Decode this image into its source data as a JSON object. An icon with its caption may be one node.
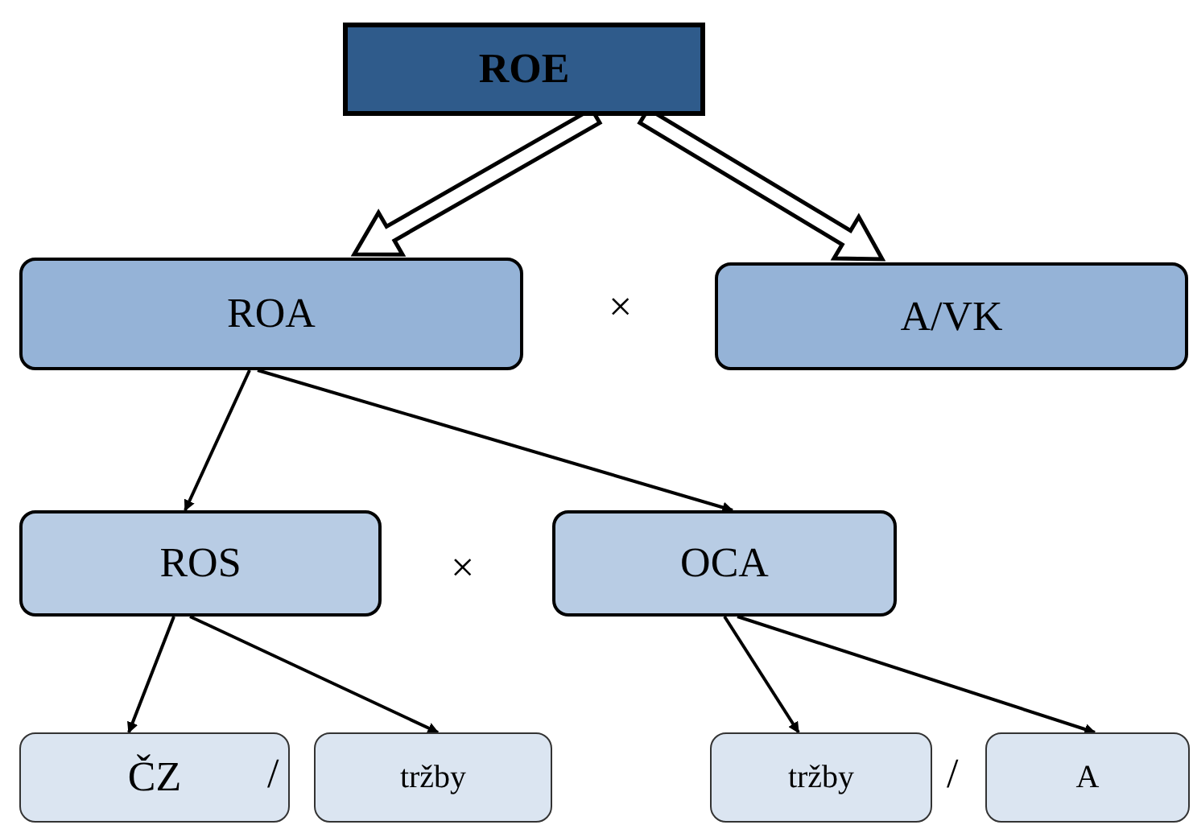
{
  "diagram": {
    "nodes": [
      {
        "text": [
          "ROE"
        ]
      },
      {
        "text": [
          "ROA"
        ]
      },
      {
        "text": [
          "A/VK"
        ]
      },
      {
        "text": [
          "ROS"
        ]
      },
      {
        "text": [
          "OCA"
        ]
      },
      {
        "text": [
          "ČZ"
        ]
      },
      {
        "text": [
          "tržby"
        ]
      },
      {
        "text": [
          "tržby"
        ]
      },
      {
        "text": [
          "A"
        ]
      }
    ],
    "edges": [
      {
        "from": 0,
        "to": 1,
        "arrow": "to",
        "style": "thick"
      },
      {
        "from": 0,
        "to": 2,
        "arrow": "to",
        "style": "thick"
      },
      {
        "from": 1,
        "to": 3,
        "arrow": "to"
      },
      {
        "from": 1,
        "to": 4,
        "arrow": "to"
      },
      {
        "from": 3,
        "to": 5,
        "arrow": "to"
      },
      {
        "from": 3,
        "to": 6,
        "arrow": "to"
      },
      {
        "from": 4,
        "to": 7,
        "arrow": "to"
      },
      {
        "from": 4,
        "to": 8,
        "arrow": "to"
      }
    ],
    "labels": [
      "×",
      "×",
      "/",
      "/"
    ]
  }
}
